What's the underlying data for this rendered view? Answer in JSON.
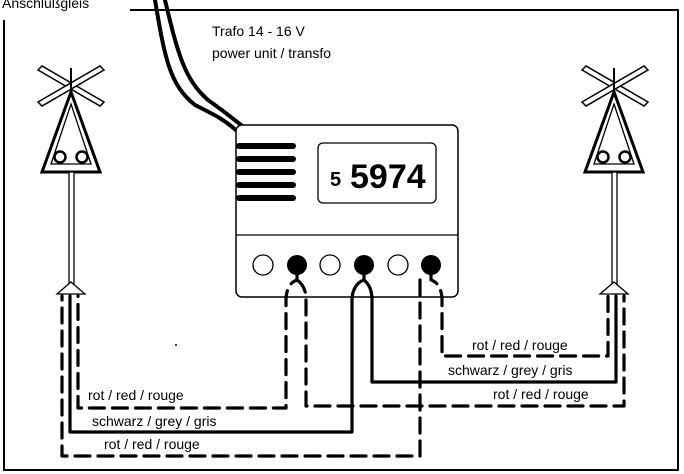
{
  "top_label": "Anschlußgleis",
  "transformer": {
    "line1": "Trafo 14 - 16 V",
    "line2": "power unit / transfo"
  },
  "module": {
    "prefix": "5",
    "number": "5974"
  },
  "wire_labels": {
    "right_red_1": "rot / red / rouge",
    "right_black": "schwarz / grey / gris",
    "right_red_2": "rot / red / rouge",
    "left_red_1": "rot / red / rouge",
    "left_black": "schwarz / grey / gris",
    "left_red_2": "rot / red / rouge"
  }
}
